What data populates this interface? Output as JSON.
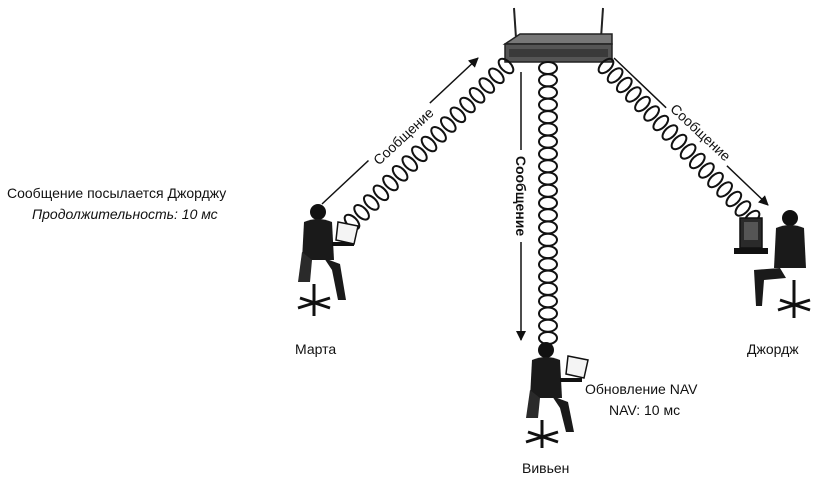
{
  "sender_note": {
    "line1": "Сообщение посылается Джорджу",
    "line2": "Продолжительность: 10 мс"
  },
  "nav_note": {
    "line1": "Обновление NAV",
    "line2": "NAV: 10 мс"
  },
  "stations": {
    "marta": "Марта",
    "george": "Джордж",
    "vivien": "Вивьен"
  },
  "arrows": {
    "to_ap": "Сообщение",
    "to_george": "Сообщение",
    "to_vivien": "Сообщение"
  },
  "icons": [
    "access-point-icon",
    "user-workstation-icon",
    "radio-wave-icon",
    "arrow-icon"
  ]
}
